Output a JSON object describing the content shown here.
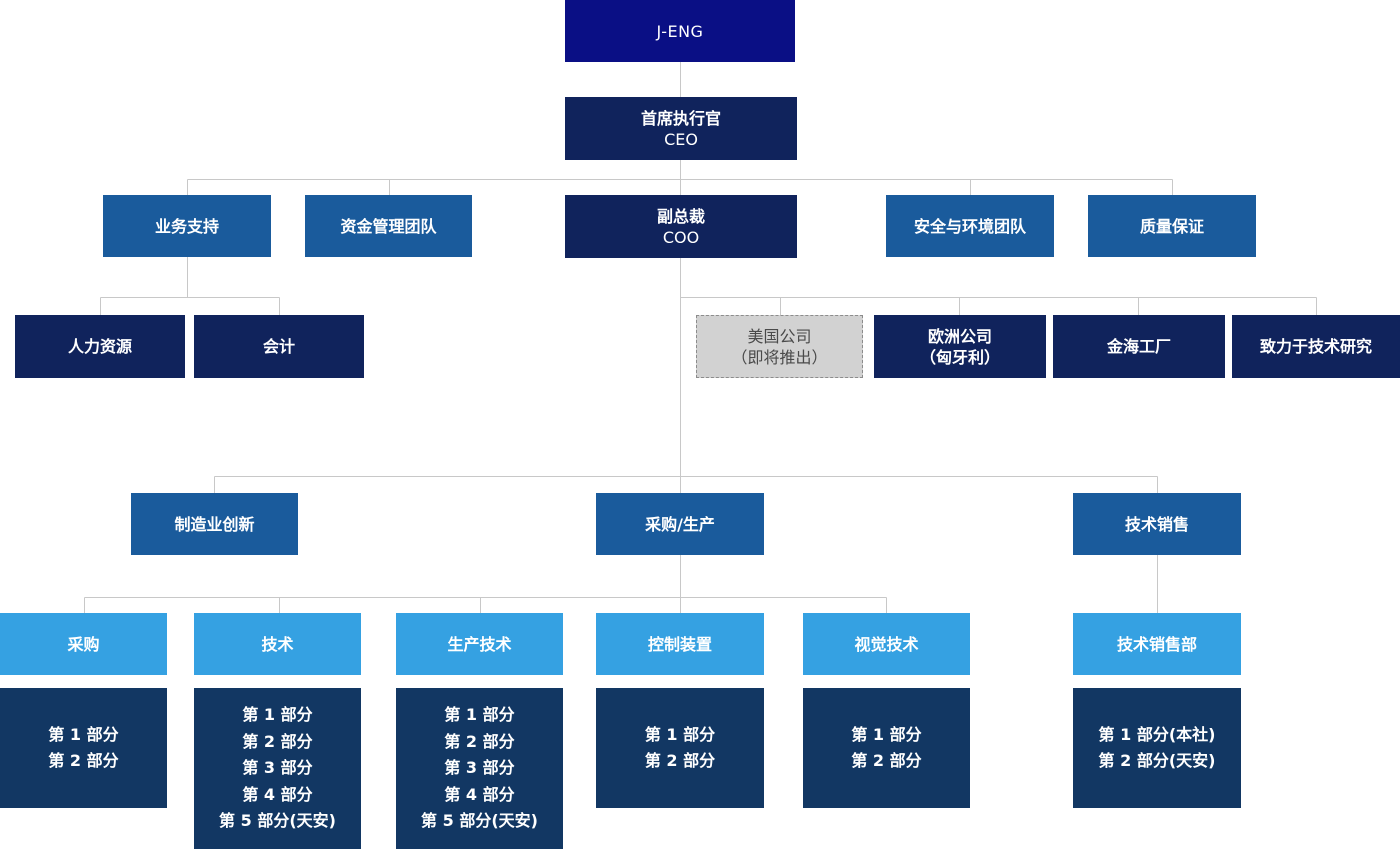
{
  "top": {
    "label": "J-ENG"
  },
  "ceo": {
    "line1": "首席执行官",
    "line2": "CEO"
  },
  "coo": {
    "line1": "副总裁",
    "line2": "COO"
  },
  "staff": {
    "business_support": "业务支持",
    "finance_team": "资金管理团队",
    "safety_env_team": "安全与环境团队",
    "quality_assurance": "质量保证"
  },
  "support_children": {
    "hr": "人力资源",
    "accounting": "会计"
  },
  "subsidiaries": {
    "usa_line1": "美国公司",
    "usa_line2": "（即将推出）",
    "europe_line1": "欧洲公司",
    "europe_line2": "（匈牙利）",
    "jinhai_factory": "金海工厂",
    "tech_research": "致力于技术研究"
  },
  "divisions": {
    "manufacturing_innovation": "制造业创新",
    "procurement_production": "采购/生产",
    "tech_sales": "技术销售"
  },
  "departments": {
    "procurement": "采购",
    "technology": "技术",
    "production_technology": "生产技术",
    "control_devices": "控制装置",
    "vision_technology": "视觉技术",
    "tech_sales_dept": "技术销售部"
  },
  "sections": {
    "procurement": [
      "第 1 部分",
      "第 2 部分"
    ],
    "technology": [
      "第 1 部分",
      "第 2 部分",
      "第 3 部分",
      "第 4 部分",
      "第 5 部分(天安)"
    ],
    "production_technology": [
      "第 1 部分",
      "第 2 部分",
      "第 3 部分",
      "第 4 部分",
      "第 5 部分(天安)"
    ],
    "control_devices": [
      "第 1 部分",
      "第 2 部分"
    ],
    "vision_technology": [
      "第 1 部分",
      "第 2 部分"
    ],
    "tech_sales_dept": [
      "第 1 部分(本社)",
      "第 2 部分(天安)"
    ]
  },
  "colors": {
    "top": "#0a0f85",
    "executive": "#10235c",
    "staff_division": "#1a5b9c",
    "department": "#35a1e2",
    "section": "#123763",
    "pending": "#d2d2d2",
    "connector": "#c8c8c8"
  }
}
